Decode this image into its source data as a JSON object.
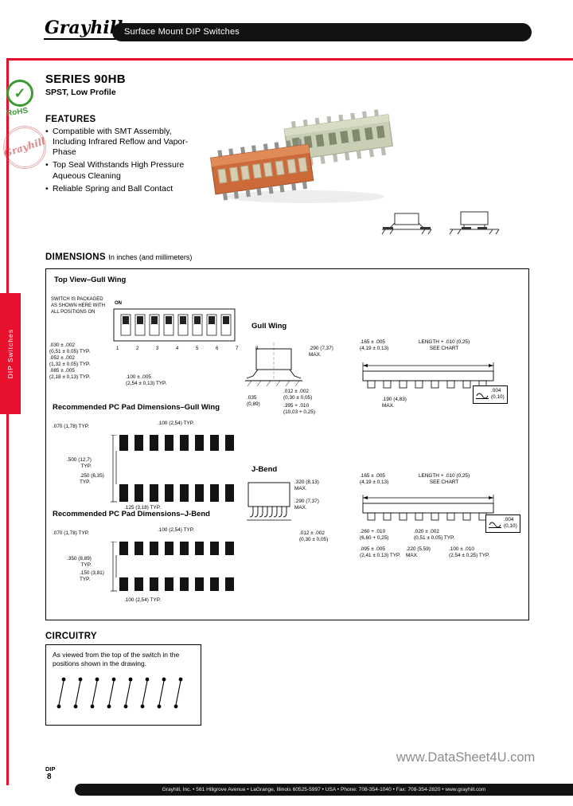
{
  "colors": {
    "accent_red": "#E8112D",
    "bar_black": "#121212",
    "rohs_green": "#3C9A35",
    "watermark_gray": "#8C8C8C",
    "switch_orange": "#CD6A3A",
    "switch_green": "#C9CFB6"
  },
  "header": {
    "logo_text": "Grayhill",
    "bar_title": "Surface Mount DIP Switches"
  },
  "sidebar_tab": "DIP Switches",
  "series": {
    "title": "SERIES 90HB",
    "subtitle": "SPST, Low Profile"
  },
  "rohs": {
    "check": "✓",
    "label": "RoHS"
  },
  "seal_text": "Grayhill",
  "features": {
    "heading": "FEATURES",
    "items": [
      "Compatible with SMT Assembly, Including Infrared Reflow and Vapor-Phase",
      "Top Seal Withstands High Pressure Aqueous Cleaning",
      "Reliable Spring and Ball Contact"
    ]
  },
  "dims": {
    "heading": "DIMENSIONS",
    "note": "In inches (and millimeters)",
    "top_view": {
      "title": "Top View–Gull Wing",
      "package_note": "SWITCH IS PACKAGED AS SHOWN HERE WITH ALL POSITIONS ON",
      "on_label": "ON",
      "positions": "1 2 3 4 5 6 7 8",
      "d030_in": ".030 ± .002",
      "d030_mm": "(0,51 ± 0,05) TYP.",
      "d052_in": ".052 ± .002",
      "d052_mm": "(1,32 ± 0,05) TYP.",
      "d085_in": ".085 ± .005",
      "d085_mm": "(2,18 ± 0,13) TYP.",
      "d100_in": ".100 ± .005",
      "d100_mm": "(2,54 ± 0,13) TYP."
    },
    "gull": {
      "title": "Gull Wing",
      "d290_in": ".290 (7,37)",
      "d290_mm": "MAX.",
      "d165_in": ".165 ± .005",
      "d165_mm": "(4,19 ± 0,13)",
      "length_1": "LENGTH + .010 (0,25)",
      "length_2": "SEE CHART",
      "d035_in": ".035",
      "d035_mm": "(0,89)",
      "d012_in": ".012 ± .002",
      "d012_mm": "(0,30 ± 0,05)",
      "d395_in": ".395 + .010",
      "d395_mm": "(10,03 + 0,25)",
      "d190_in": ".190 (4,83)",
      "d190_mm": "MAX.",
      "d004_in": ".004",
      "d004_mm": "(0,10)"
    },
    "pad_gull": {
      "title": "Recommended PC Pad Dimensions–Gull Wing",
      "d070": ".070 (1,78) TYP.",
      "d100": ".100 (2,54) TYP.",
      "d500_in": ".500 (12,7)",
      "d500_mm": "TYP.",
      "d250_in": ".250 (6,35)",
      "d250_mm": "TYP.",
      "d125": ".125 (3,18) TYP."
    },
    "jbend": {
      "title": "J-Bend",
      "d320_in": ".320 (8,13)",
      "d320_mm": "MAX.",
      "d290_in": ".290 (7,37)",
      "d290_mm": "MAX.",
      "d165_in": ".165 ± .005",
      "d165_mm": "(4,19 ± 0,13)",
      "length_1": "LENGTH + .010 (0,25)",
      "length_2": "SEE CHART",
      "d012_in": ".012 ± .002",
      "d012_mm": "(0,30 ± 0,05)",
      "d260_in": ".260 + .010",
      "d260_mm": "(6,60 + 0,25)",
      "d220_in": ".220 (5,59)",
      "d220_mm": "MAX.",
      "d020_in": ".020 ± .002",
      "d020_mm": "(0,51 ± 0,05) TYP.",
      "d100_in": ".100 ± .010",
      "d100_mm": "(2,54 ± 0,25) TYP.",
      "d095_in": ".095 ± .005",
      "d095_mm": "(2,41 ± 0,13) TYP.",
      "d004_in": ".004",
      "d004_mm": "(0,10)"
    },
    "pad_jbend": {
      "title": "Recommended PC Pad Dimensions–J-Bend",
      "d070": ".070 (1,78) TYP.",
      "d100_top": ".100 (2,54) TYP.",
      "d350_in": ".350 (8,89)",
      "d350_mm": "TYP.",
      "d150_in": ".150 (3,81)",
      "d150_mm": "TYP.",
      "d100_bottom": ".100 (2,54) TYP."
    }
  },
  "circuitry": {
    "heading": "CIRCUITRY",
    "note": "As viewed from the top of the switch in the positions shown in the drawing."
  },
  "watermark": "www.DataSheet4U.com",
  "page_tab": {
    "line1": "DIP",
    "line2": "8"
  },
  "footer": "Grayhill, Inc.  •  561 Hillgrove Avenue  •  LaGrange, Illinois 60525-5997  •  USA  •  Phone: 708-354-1040  •  Fax: 708-354-2820  •  www.grayhill.com"
}
